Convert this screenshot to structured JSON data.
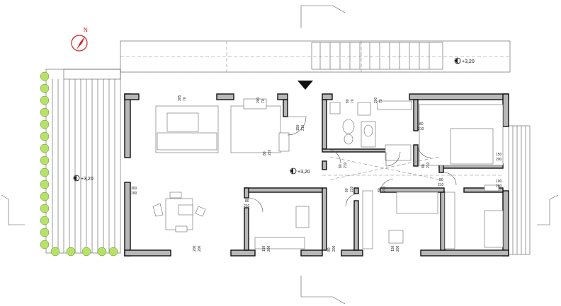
{
  "compass": {
    "label": "N"
  },
  "levels": [
    {
      "text": "+3,20"
    },
    {
      "text": "+3,20"
    },
    {
      "text": "+3,20"
    }
  ],
  "window_dims": [
    {
      "top": "305",
      "bottom": "70"
    },
    {
      "top": "200",
      "bottom": "70"
    },
    {
      "top": "80",
      "bottom": "70"
    },
    {
      "top": "200",
      "bottom": "70"
    },
    {
      "top": "300",
      "bottom": "290"
    },
    {
      "top": "150",
      "bottom": "200"
    },
    {
      "top": "100",
      "bottom": "200"
    },
    {
      "top": "200",
      "bottom": "200"
    },
    {
      "top": "150",
      "bottom": "200"
    },
    {
      "top": "80",
      "bottom": "200"
    },
    {
      "top": "150",
      "bottom": "200"
    }
  ],
  "door_dims": [
    {
      "top": "150",
      "bottom": "210"
    },
    {
      "top": "80",
      "bottom": "210"
    },
    {
      "top": "80",
      "bottom": "210"
    },
    {
      "top": "80",
      "bottom": "210"
    },
    {
      "top": "80",
      "bottom": "210"
    },
    {
      "top": "80",
      "bottom": "210"
    },
    {
      "top": "80",
      "bottom": "210"
    },
    {
      "top": "80",
      "bottom": "210"
    },
    {
      "top": "80",
      "bottom": "210"
    }
  ],
  "colors": {
    "wall": "#b8b8b8",
    "plant": "#b7e26a",
    "compass": "#d62020"
  }
}
